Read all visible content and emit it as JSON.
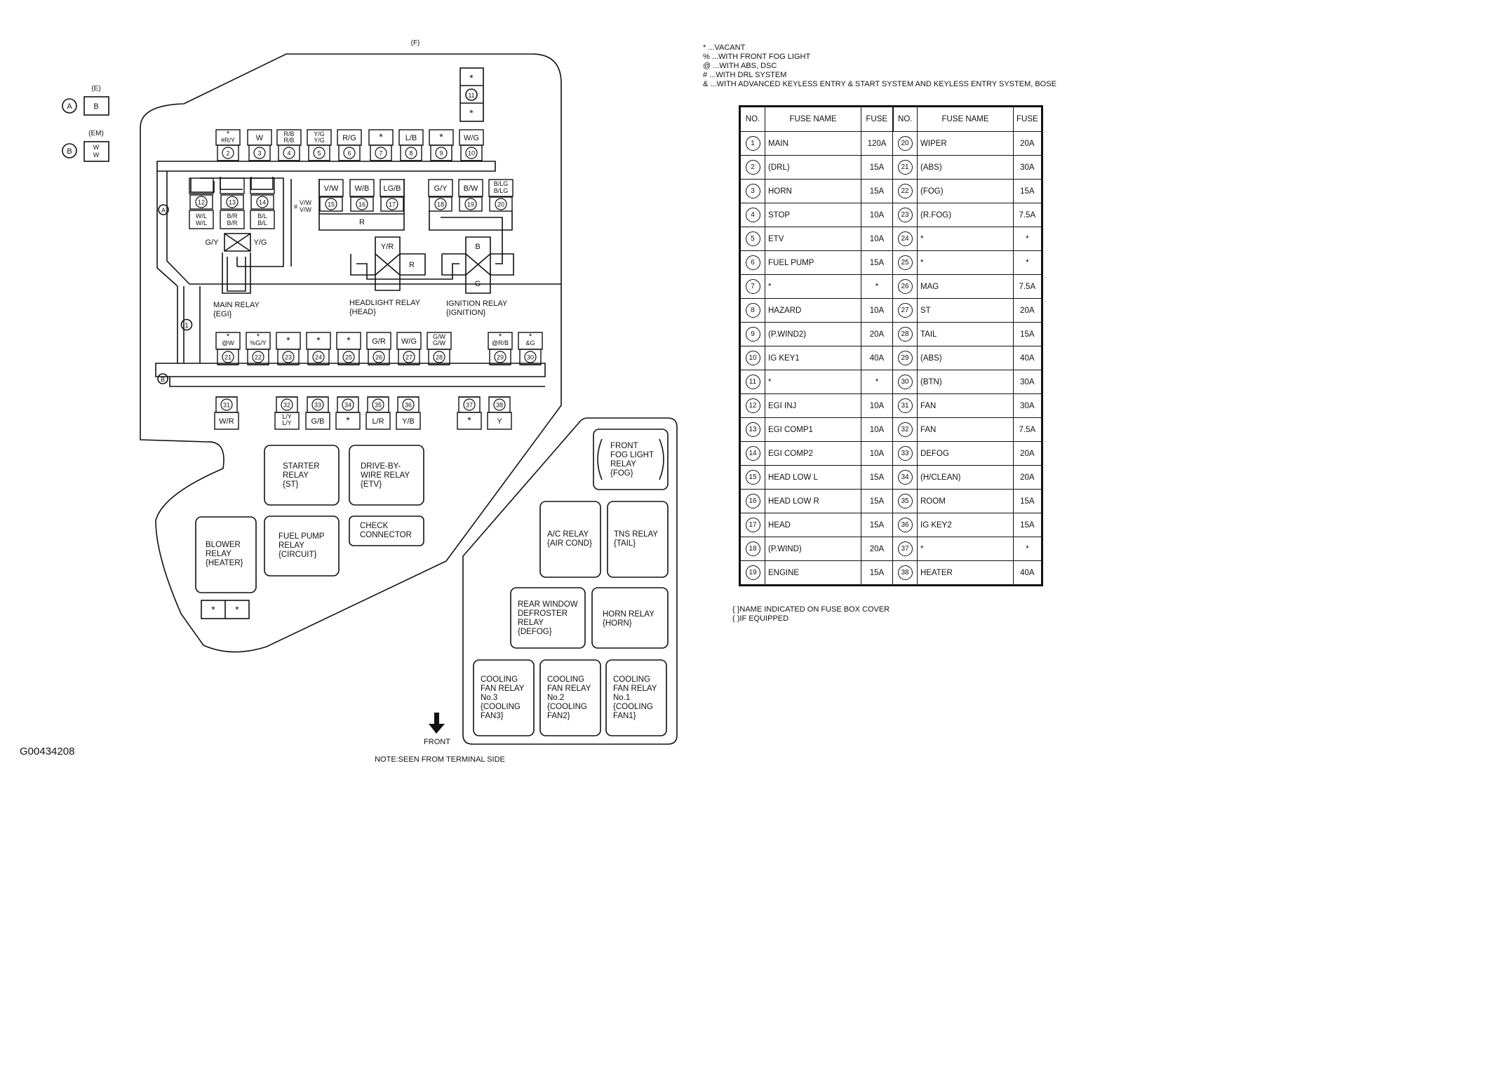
{
  "figure_id": "G00434208",
  "labels": {
    "top": "(F)",
    "e": "(E)",
    "em": "(EM)",
    "front": "FRONT",
    "note": "NOTE:SEEN FROM TERMINAL SIDE",
    "main_relay": [
      "MAIN RELAY",
      "{EGI}"
    ],
    "headlight_relay": [
      "HEADLIGHT RELAY",
      "{HEAD}"
    ],
    "ignition_relay": [
      "IGNITION RELAY",
      "{IGNITION}"
    ],
    "vw": [
      "V/W",
      "V/W"
    ]
  },
  "connectors": [
    {
      "id": "A",
      "wire": [
        "B"
      ]
    },
    {
      "id": "B",
      "wire": [
        "W",
        "W"
      ]
    }
  ],
  "top_fuses": [
    {
      "n": "2",
      "c": [
        "*",
        "#R/Y"
      ]
    },
    {
      "n": "3",
      "c": [
        "W"
      ]
    },
    {
      "n": "4",
      "c": [
        "R/B",
        "R/B"
      ]
    },
    {
      "n": "5",
      "c": [
        "Y/G",
        "Y/G"
      ]
    },
    {
      "n": "6",
      "c": [
        "R/G"
      ]
    },
    {
      "n": "7",
      "c": [
        "*"
      ]
    },
    {
      "n": "8",
      "c": [
        "L/B"
      ]
    },
    {
      "n": "9",
      "c": [
        "*"
      ]
    },
    {
      "n": "10",
      "c": [
        "W/G"
      ]
    }
  ],
  "mid_fuses": [
    {
      "n": "12",
      "c": [
        "W/L",
        "W/L"
      ]
    },
    {
      "n": "13",
      "c": [
        "B/R",
        "B/R"
      ]
    },
    {
      "n": "14",
      "c": [
        "B/L",
        "B/L"
      ]
    },
    {
      "n": "15",
      "c": [
        "V/W"
      ]
    },
    {
      "n": "16",
      "c": [
        "W/B"
      ]
    },
    {
      "n": "17",
      "c": [
        "LG/B"
      ]
    },
    {
      "n": "18",
      "c": [
        "G/Y"
      ]
    },
    {
      "n": "19",
      "c": [
        "B/W"
      ]
    },
    {
      "n": "20",
      "c": [
        "B/LG",
        "B/LG"
      ]
    }
  ],
  "relay_wires": {
    "gy": "G/Y",
    "yg": "Y/G",
    "yr": "Y/R",
    "r": "R",
    "b": "B",
    "g": "G",
    "r_bar": "R"
  },
  "row_b_fuses": [
    {
      "n": "21",
      "c": [
        "*",
        "@W"
      ]
    },
    {
      "n": "22",
      "c": [
        "*",
        "%G/Y"
      ]
    },
    {
      "n": "23",
      "c": [
        "*"
      ]
    },
    {
      "n": "24",
      "c": [
        "*"
      ]
    },
    {
      "n": "25",
      "c": [
        "*"
      ]
    },
    {
      "n": "26",
      "c": [
        "G/R"
      ]
    },
    {
      "n": "27",
      "c": [
        "W/G"
      ]
    },
    {
      "n": "28",
      "c": [
        "G/W",
        "G/W"
      ]
    },
    {
      "n": "29",
      "c": [
        "*",
        "@R/B"
      ]
    },
    {
      "n": "30",
      "c": [
        "*",
        "&G"
      ]
    }
  ],
  "bottom_fuses": [
    {
      "n": "31",
      "c": [
        "W/R"
      ]
    },
    {
      "n": "32",
      "c": [
        "L/Y",
        "L/Y"
      ]
    },
    {
      "n": "33",
      "c": [
        "G/B"
      ]
    },
    {
      "n": "34",
      "c": [
        "*"
      ]
    },
    {
      "n": "35",
      "c": [
        "L/R"
      ]
    },
    {
      "n": "36",
      "c": [
        "Y/B"
      ]
    },
    {
      "n": "37",
      "c": [
        "*"
      ]
    },
    {
      "n": "38",
      "c": [
        "Y"
      ]
    }
  ],
  "fuse_11": {
    "n": "11",
    "c": [
      "*",
      "*"
    ]
  },
  "fuse_1": "1",
  "vacant_pair": [
    "*",
    "*"
  ],
  "relays": [
    {
      "lines": [
        "STARTER",
        "RELAY",
        "{ST}"
      ]
    },
    {
      "lines": [
        "DRIVE-BY-",
        "WIRE RELAY",
        "{ETV}"
      ]
    },
    {
      "lines": [
        "BLOWER",
        "RELAY",
        "{HEATER}"
      ]
    },
    {
      "lines": [
        "FUEL PUMP",
        "RELAY",
        "{CIRCUIT}"
      ]
    },
    {
      "lines": [
        "CHECK",
        "CONNECTOR"
      ]
    },
    {
      "lines": [
        "FRONT",
        "FOG LIGHT",
        "RELAY",
        "{FOG}"
      ]
    },
    {
      "lines": [
        "A/C RELAY",
        "{AIR COND}"
      ]
    },
    {
      "lines": [
        "TNS RELAY",
        "{TAIL}"
      ]
    },
    {
      "lines": [
        "REAR WINDOW",
        "DEFROSTER",
        "RELAY",
        "{DEFOG}"
      ]
    },
    {
      "lines": [
        "HORN RELAY",
        "{HORN}"
      ]
    },
    {
      "lines": [
        "COOLING",
        "FAN RELAY",
        "No.3",
        "{COOLING",
        "FAN3}"
      ]
    },
    {
      "lines": [
        "COOLING",
        "FAN RELAY",
        "No.2",
        "{COOLING",
        "FAN2}"
      ]
    },
    {
      "lines": [
        "COOLING",
        "FAN RELAY",
        "No.1",
        "{COOLING",
        "FAN1}"
      ]
    }
  ],
  "legend": [
    "* ...VACANT",
    "% ...WITH FRONT FOG LIGHT",
    "@ ...WITH ABS, DSC",
    "# ...WITH DRL SYSTEM",
    "& ...WITH ADVANCED KEYLESS ENTRY & START SYSTEM AND KEYLESS ENTRY SYSTEM, BOSE"
  ],
  "table": {
    "headers": [
      "NO.",
      "FUSE NAME",
      "FUSE",
      "NO.",
      "FUSE NAME",
      "FUSE"
    ],
    "rows": [
      [
        "1",
        "MAIN",
        "120A",
        "20",
        "WIPER",
        "20A"
      ],
      [
        "2",
        "(DRL)",
        "15A",
        "21",
        "(ABS)",
        "30A"
      ],
      [
        "3",
        "HORN",
        "15A",
        "22",
        "(FOG)",
        "15A"
      ],
      [
        "4",
        "STOP",
        "10A",
        "23",
        "(R.FOG)",
        "7.5A"
      ],
      [
        "5",
        "ETV",
        "10A",
        "24",
        "*",
        "*"
      ],
      [
        "6",
        "FUEL PUMP",
        "15A",
        "25",
        "*",
        "*"
      ],
      [
        "7",
        "*",
        "*",
        "26",
        "MAG",
        "7.5A"
      ],
      [
        "8",
        "HAZARD",
        "10A",
        "27",
        "ST",
        "20A"
      ],
      [
        "9",
        "(P.WIND2)",
        "20A",
        "28",
        "TAIL",
        "15A"
      ],
      [
        "10",
        "IG KEY1",
        "40A",
        "29",
        "(ABS)",
        "40A"
      ],
      [
        "11",
        "*",
        "*",
        "30",
        "(BTN)",
        "30A"
      ],
      [
        "12",
        "EGI INJ",
        "10A",
        "31",
        "FAN",
        "30A"
      ],
      [
        "13",
        "EGI COMP1",
        "10A",
        "32",
        "FAN",
        "7.5A"
      ],
      [
        "14",
        "EGI COMP2",
        "10A",
        "33",
        "DEFOG",
        "20A"
      ],
      [
        "15",
        "HEAD LOW L",
        "15A",
        "34",
        "(H/CLEAN)",
        "20A"
      ],
      [
        "16",
        "HEAD LOW R",
        "15A",
        "35",
        "ROOM",
        "15A"
      ],
      [
        "17",
        "HEAD",
        "15A",
        "36",
        "IG KEY2",
        "15A"
      ],
      [
        "18",
        "(P.WIND)",
        "20A",
        "37",
        "*",
        "*"
      ],
      [
        "19",
        "ENGINE",
        "15A",
        "38",
        "HEATER",
        "40A"
      ]
    ]
  },
  "notes": [
    "{ }NAME INDICATED ON FUSE BOX COVER",
    "( )IF EQUIPPED"
  ]
}
